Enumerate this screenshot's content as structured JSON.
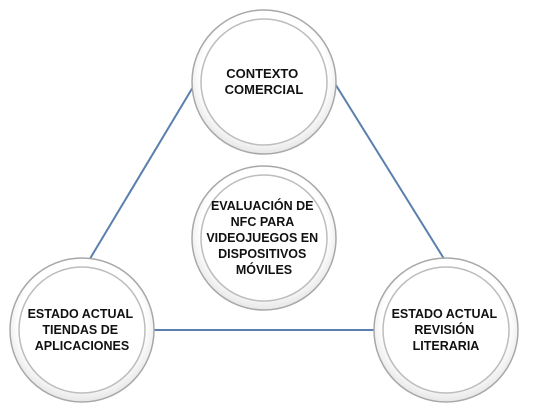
{
  "colors": {
    "background": "#ffffff",
    "connector": "#5b7fae",
    "circle_outer_stroke": "#a8a8a8",
    "circle_inner_stroke": "#bdbdbd",
    "circle_fill": "#ffffff",
    "text": "#111111"
  },
  "nodes": {
    "top": {
      "lines": [
        "CONTEXTO",
        "COMERCIAL"
      ]
    },
    "center": {
      "lines": [
        "EVALUACIÓN DE",
        "NFC PARA",
        "VIDEOJUEGOS EN",
        "DISPOSITIVOS",
        "MÓVILES"
      ]
    },
    "left": {
      "lines": [
        "ESTADO ACTUAL",
        "TIENDAS DE",
        "APLICACIONES"
      ]
    },
    "right": {
      "lines": [
        "ESTADO ACTUAL",
        "REVISIÓN",
        "LITERARIA"
      ]
    }
  }
}
